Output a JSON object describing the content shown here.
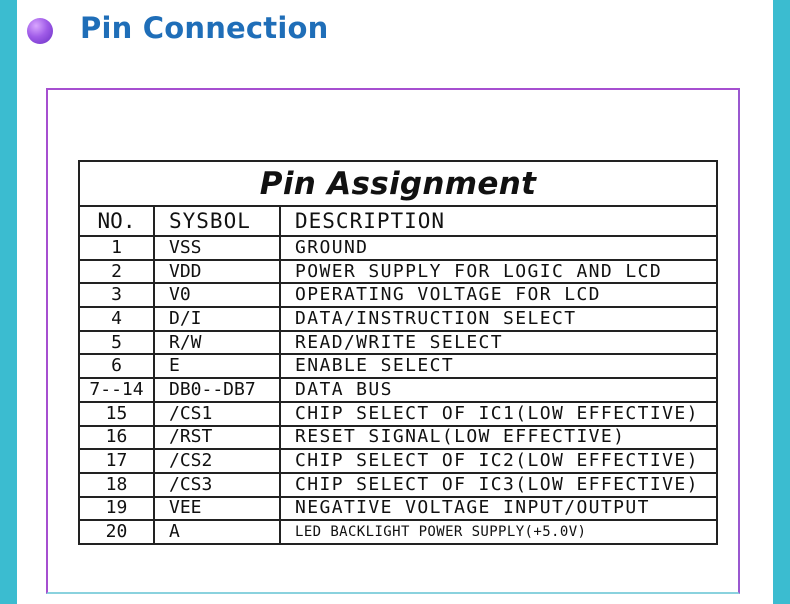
{
  "header": {
    "title": "Pin Connection"
  },
  "table": {
    "title": "Pin Assignment",
    "columns": [
      "NO.",
      "SYSBOL",
      "DESCRIPTION"
    ],
    "rows": [
      {
        "no": "1",
        "symbol": "VSS",
        "desc": "GROUND"
      },
      {
        "no": "2",
        "symbol": "VDD",
        "desc": "POWER SUPPLY FOR LOGIC AND LCD"
      },
      {
        "no": "3",
        "symbol": "V0",
        "desc": "OPERATING VOLTAGE FOR LCD"
      },
      {
        "no": "4",
        "symbol": "D/I",
        "desc": "DATA/INSTRUCTION SELECT"
      },
      {
        "no": "5",
        "symbol": "R/W",
        "desc": "READ/WRITE SELECT"
      },
      {
        "no": "6",
        "symbol": "E",
        "desc": "ENABLE SELECT"
      },
      {
        "no": "7--14",
        "symbol": "DB0--DB7",
        "desc": "DATA BUS"
      },
      {
        "no": "15",
        "symbol": "/CS1",
        "desc": "CHIP SELECT OF IC1(LOW EFFECTIVE)"
      },
      {
        "no": "16",
        "symbol": "/RST",
        "desc": "RESET SIGNAL(LOW EFFECTIVE)"
      },
      {
        "no": "17",
        "symbol": "/CS2",
        "desc": "CHIP SELECT OF IC2(LOW EFFECTIVE)"
      },
      {
        "no": "18",
        "symbol": "/CS3",
        "desc": "CHIP SELECT OF IC3(LOW EFFECTIVE)"
      },
      {
        "no": "19",
        "symbol": "VEE",
        "desc": "NEGATIVE VOLTAGE INPUT/OUTPUT"
      },
      {
        "no": "20",
        "symbol": "A",
        "desc": "LED BACKLIGHT POWER SUPPLY(+5.0V)"
      }
    ]
  }
}
